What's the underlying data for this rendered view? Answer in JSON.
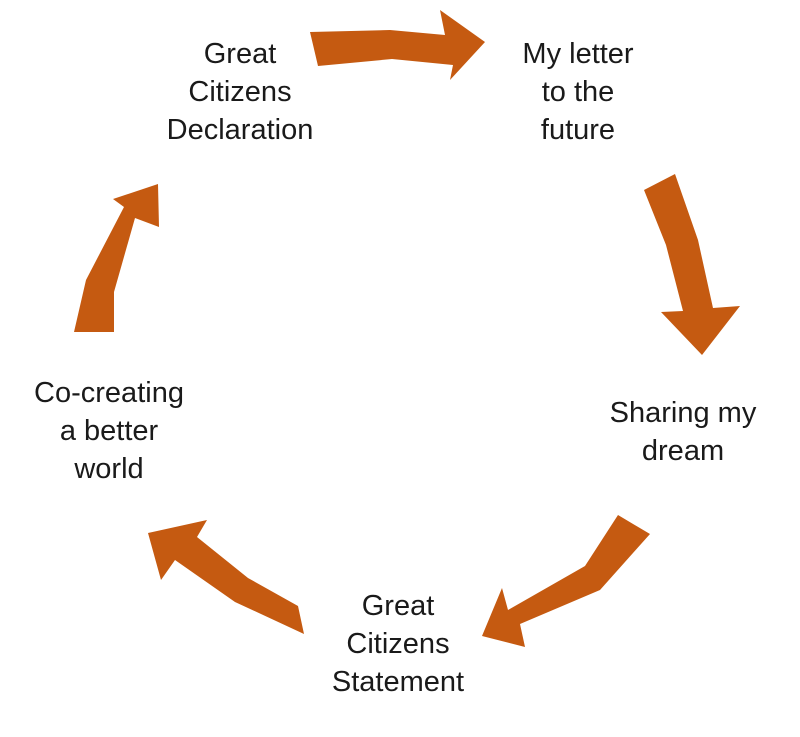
{
  "diagram": {
    "type": "cycle",
    "accent_color": "#c55a11",
    "text_color": "#1a1a1a",
    "background_color": "#ffffff",
    "steps": [
      {
        "id": "great-citizens-declaration",
        "lines": [
          "Great",
          "Citizens",
          "Declaration"
        ]
      },
      {
        "id": "my-letter-to-the-future",
        "lines": [
          "My letter",
          "to the",
          "future"
        ]
      },
      {
        "id": "sharing-my-dream",
        "lines": [
          "Sharing my",
          "dream"
        ]
      },
      {
        "id": "great-citizens-statement",
        "lines": [
          "Great",
          "Citizens",
          "Statement"
        ]
      },
      {
        "id": "co-creating-a-better-world",
        "lines": [
          "Co-creating",
          "a better",
          "world"
        ]
      }
    ],
    "arrow_direction": "clockwise"
  }
}
